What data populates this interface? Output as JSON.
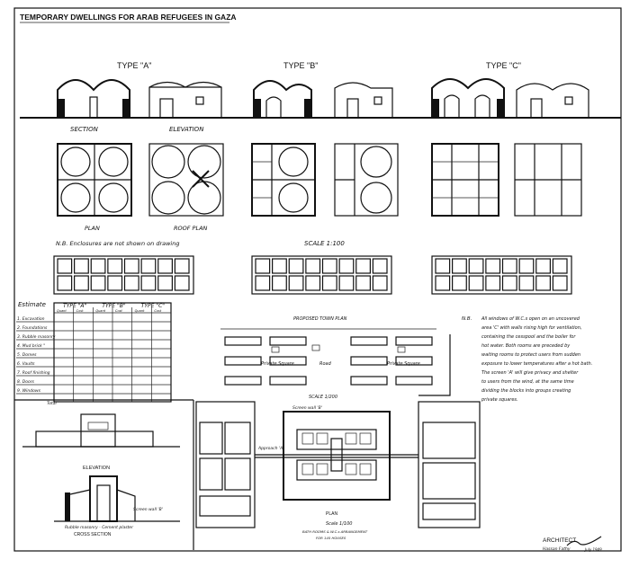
{
  "title": "TEMPORARY DWELLINGS FOR ARAB REFUGEES IN GAZA",
  "types": [
    {
      "label": "TYPE \"A\"",
      "section": "SECTION",
      "elevation": "ELEVATION",
      "plan": "PLAN",
      "roof_plan": "ROOF PLAN"
    },
    {
      "label": "TYPE \"B\""
    },
    {
      "label": "TYPE \"C\""
    }
  ],
  "note_enclosures": "N.B. Enclosures are not shown on drawing",
  "scale_main": "SCALE 1:100",
  "estimate": {
    "title": "Estimate",
    "type_headers": [
      "TYPE \"A\"",
      "TYPE \"B\"",
      "TYPE \"C\""
    ],
    "sub_headers": [
      "Quant",
      "Cost"
    ],
    "rows": [
      "1. Excavation",
      "2. Foundations",
      "3. Rubble masonry",
      "4. Mud brick \"",
      "5. Domes",
      "6. Vaults",
      "7. Roof finishing",
      "8. Doors",
      "9. Windows"
    ],
    "total": "Total"
  },
  "town_plan": {
    "title": "PROPOSED TOWN PLAN",
    "labels": [
      "Private Square",
      "Road",
      "Private Square"
    ]
  },
  "nb_note": {
    "prefix": "N.B.",
    "lines": [
      "All windows of W.C.s open on an uncovered",
      "area 'C' with walls rising high for ventilation,",
      "containing the cesspool and the boiler for",
      "hot water. Both rooms are preceded by",
      "waiting rooms to protect users from sudden",
      "exposure to lower temperatures after a hot bath.",
      "The screen 'A' will give privacy and shelter",
      "to users from the wind, at the same time",
      "dividing the blocks into groups creating",
      "private squares."
    ]
  },
  "lower_left": {
    "elevation": "ELEVATION",
    "screen_label": "Screen wall 'B'",
    "materials": "Rubble masonry - Cement plaster",
    "cross_section": "CROSS SECTION"
  },
  "bath_plan": {
    "scale_top": "SCALE 1/200",
    "screen_label": "Screen wall 'B'",
    "approach_label": "Approach 'A'",
    "plan": "PLAN",
    "scale": "Scale 1/100",
    "caption_1": "BATH ROOMS & W.C.s ARRANGEMENT",
    "caption_2": "FOR 140 HOUSES"
  },
  "architect": {
    "label": "ARCHITECT",
    "name": "Hassan Fathy",
    "date": "July 1949"
  }
}
